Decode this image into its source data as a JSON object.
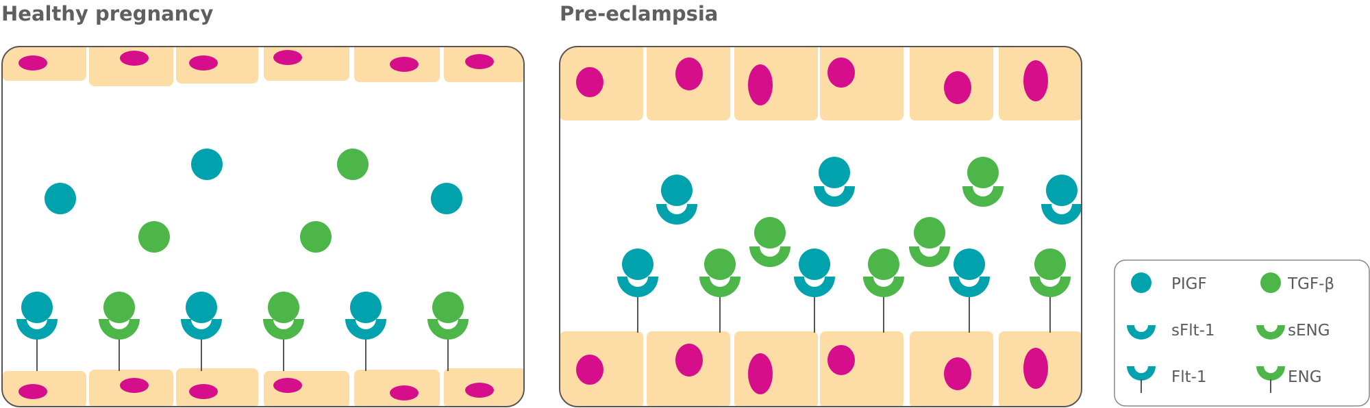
{
  "panels": {
    "healthy": {
      "title": "Healthy pregnancy"
    },
    "preeclampsia": {
      "title": "Pre-eclampsia"
    }
  },
  "legend": {
    "items": [
      {
        "key": "plgf",
        "label": "PIGF"
      },
      {
        "key": "tgfb",
        "label": "TGF-β"
      },
      {
        "key": "sflt1",
        "label": "sFlt-1"
      },
      {
        "key": "seng",
        "label": "sENG"
      },
      {
        "key": "flt1",
        "label": "Flt-1"
      },
      {
        "key": "eng",
        "label": "ENG"
      }
    ]
  },
  "colors": {
    "teal": "#00a3ad",
    "green": "#4cb648",
    "cell": "#fddca5",
    "nucleus": "#d60e8c",
    "border": "#555555",
    "stem": "#555555",
    "title": "#5f5f5f",
    "text": "#5a5a5a"
  }
}
